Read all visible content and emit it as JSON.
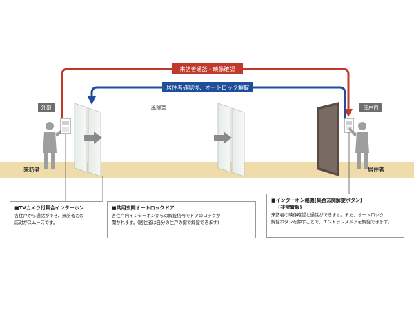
{
  "diagram": {
    "arrow_top": "来訪者通話・映像確認",
    "arrow_bottom": "居住者確認後、オートロック解錠",
    "zones": {
      "outside": "外部",
      "vestibule": "風除室",
      "unit": "住戸内"
    },
    "people": {
      "visitor": "来訪者",
      "resident": "居住者"
    },
    "colors": {
      "visit_arrow": "#c0392b",
      "unlock_arrow": "#1f4e9b",
      "floor": "#efdcaa",
      "zone_tag": "#6e6e6e",
      "person": "#9e9e9e",
      "door_frame": "#5a4a44"
    }
  },
  "notes": [
    {
      "title": "■TVカメラ付集合インターホン",
      "lines": [
        "各住戸から通話ができ、来訪者との",
        "応対がスムーズです。"
      ]
    },
    {
      "title": "■共用玄関オートロックドア",
      "lines": [
        "各住戸内インターホンからの解錠信号でドアのロックが",
        "開かれます。(居住者は自分の住戸の鍵で解錠できます)"
      ]
    },
    {
      "title": "■インターホン親機(集合玄関解錠ボタン)",
      "subtitle": "(非常警報)",
      "lines": [
        "来訪者の映像確認と通話ができます。また、オートロック",
        "解錠ボタンを押すことで、エントランスドアを解錠できます。"
      ]
    }
  ]
}
